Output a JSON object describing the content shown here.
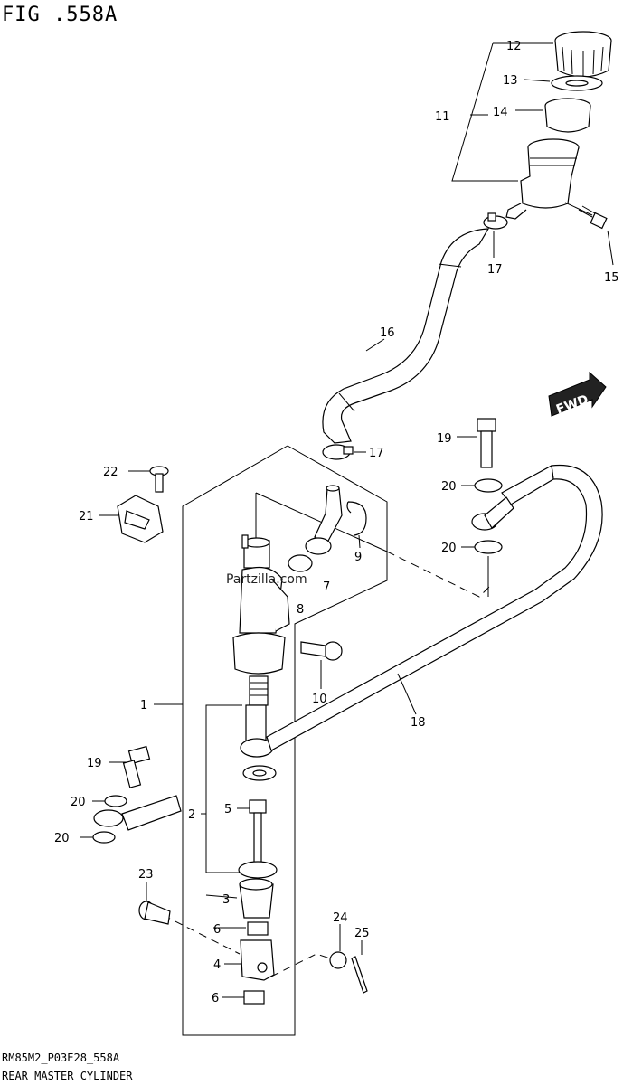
{
  "header": {
    "title": "FIG .558A"
  },
  "footer": {
    "code": "RM85M2_P03E28_558A",
    "name": "REAR MASTER CYLINDER"
  },
  "watermark": {
    "text": "Partzilla.com"
  },
  "fwd_badge": {
    "text": "FWD"
  },
  "callouts": {
    "c1": "1",
    "c2": "2",
    "c3": "3",
    "c4": "4",
    "c5": "5",
    "c6a": "6",
    "c6b": "6",
    "c7": "7",
    "c8": "8",
    "c9": "9",
    "c10": "10",
    "c11": "11",
    "c12": "12",
    "c13": "13",
    "c14": "14",
    "c15": "15",
    "c16": "16",
    "c17a": "17",
    "c17b": "17",
    "c18": "18",
    "c19a": "19",
    "c19b": "19",
    "c20a": "20",
    "c20b": "20",
    "c20c": "20",
    "c20d": "20",
    "c21": "21",
    "c22": "22",
    "c23": "23",
    "c24": "24",
    "c25": "25"
  }
}
